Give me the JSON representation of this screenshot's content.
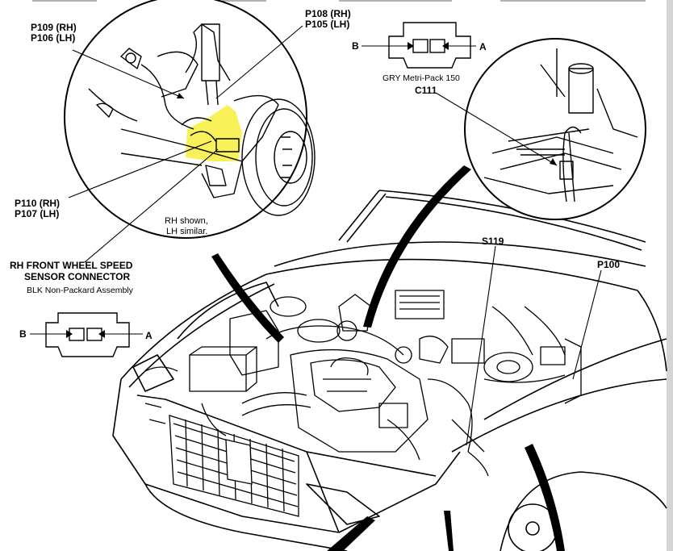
{
  "labels": {
    "p109": "P109 (RH)",
    "p106": "P106 (LH)",
    "p108": "P108 (RH)",
    "p105": "P105 (LH)",
    "p110": "P110 (RH)",
    "p107": "P107 (LH)",
    "rh_shown": "RH shown,",
    "lh_similar": "LH similar.",
    "connector_title_1": "RH FRONT WHEEL SPEED",
    "connector_title_2": "SENSOR CONNECTOR",
    "connector_subtitle": "BLK Non-Packard Assembly",
    "gry_metri": "GRY Metri-Pack 150",
    "c111": "C111",
    "s119": "S119",
    "p100": "P100",
    "pin_b_top": "B",
    "pin_a_top": "A",
    "pin_b_left": "B",
    "pin_a_left": "A"
  },
  "colors": {
    "line": "#000000",
    "highlight": "#f7ee3c",
    "background": "#ffffff",
    "frame_right": "#c9c9c9"
  }
}
